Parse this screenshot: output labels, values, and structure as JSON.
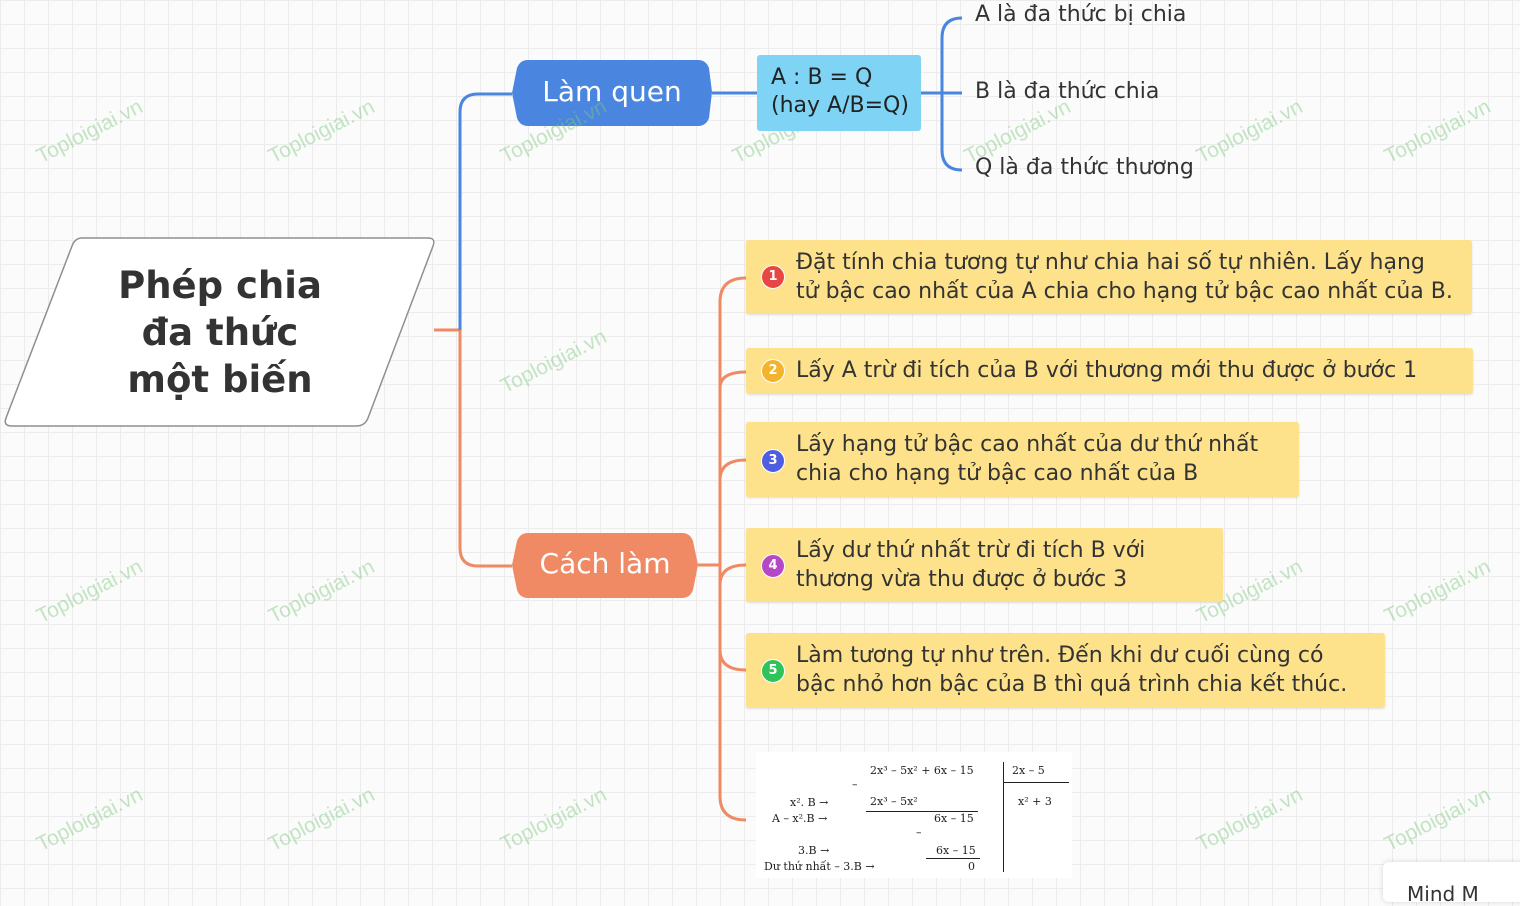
{
  "watermark": "Toploigiai.vn",
  "root": {
    "title": "Phép chia\nđa thức\nmột biến"
  },
  "branches": {
    "intro": {
      "label": "Làm quen",
      "color": "#4a86e0"
    },
    "method": {
      "label": "Cách làm",
      "color": "#f08a65"
    }
  },
  "intro": {
    "formula_line1": "A : B = Q",
    "formula_line2": "(hay A/B=Q)",
    "definitions": [
      "A là đa thức bị chia",
      "B là đa thức chia",
      "Q là đa thức thương"
    ]
  },
  "steps": [
    {
      "num": "1",
      "color": "#e84545",
      "text": "Đặt tính chia tương tự như chia hai số tự nhiên. Lấy hạng\ntử bậc cao nhất của A chia cho hạng tử bậc cao nhất của B."
    },
    {
      "num": "2",
      "color": "#f3b32c",
      "text": "Lấy A trừ đi tích của B với thương mới thu được ở bước 1"
    },
    {
      "num": "3",
      "color": "#4e5ee0",
      "text": "Lấy hạng tử bậc cao nhất của dư thứ nhất\nchia cho hạng tử bậc cao nhất của B"
    },
    {
      "num": "4",
      "color": "#b548c6",
      "text": "Lấy dư thứ nhất trừ đi tích B với\nthương vừa thu được ở bước 3"
    },
    {
      "num": "5",
      "color": "#2ec45a",
      "text": "Làm tương tự như trên. Đến khi dư cuối cùng có\nbậc nhỏ hơn bậc của B thì quá trình chia kết thúc."
    }
  ],
  "example": {
    "dividend": "2x³ – 5x² + 6x – 15",
    "divisor": "2x – 5",
    "quotient": "x² + 3",
    "row1_label": "x². B  →",
    "row1_value": "2x³ – 5x²",
    "row2_label": "A – x².B →",
    "row2_value": "6x – 15",
    "row3_label": "3.B  →",
    "row3_value": "6x – 15",
    "row4_label": "Dư thứ nhất – 3.B →",
    "row4_value": "0",
    "minus": "–"
  },
  "corner_label": "Mind M"
}
